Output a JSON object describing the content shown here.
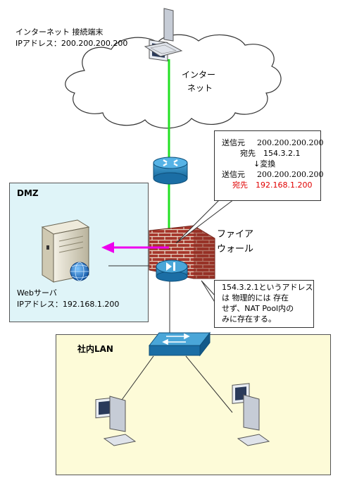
{
  "internet_terminal": {
    "name": "インターネット 接続端末",
    "ip": "IPアドレス：200.200.200.200"
  },
  "internet_cloud": {
    "line1": "インター",
    "line2": "ネット"
  },
  "nat_callout": {
    "src_before_label": "送信元",
    "src_before_ip": "200.200.200.200",
    "dst_before": "宛先　154.3.2.1",
    "convert": "↓変換",
    "src_after_label": "送信元",
    "src_after_ip": "200.200.200.200",
    "dst_after": "宛先　192.168.1.200"
  },
  "dmz": {
    "title": "DMZ",
    "server_name": "Webサーバ",
    "server_ip": "IPアドレス：192.168.1.200"
  },
  "firewall": {
    "line1": "ファイア",
    "line2": "ウォール"
  },
  "pool_callout": {
    "line1": "154.3.2.1というアドレス",
    "line2": "は 物理的には 存在",
    "line3": "せず、NAT Pool内の",
    "line4": "みに存在する。"
  },
  "lan": {
    "title": "社内LAN"
  },
  "colors": {
    "dmz_fill": "#dff4f8",
    "lan_fill": "#fdfbd8",
    "traffic_line": "#22e022",
    "nat_arrow": "#ee00ee",
    "device_blue": "#1f7fb8",
    "brick": "#a5352a",
    "highlight_red": "#e00000"
  }
}
